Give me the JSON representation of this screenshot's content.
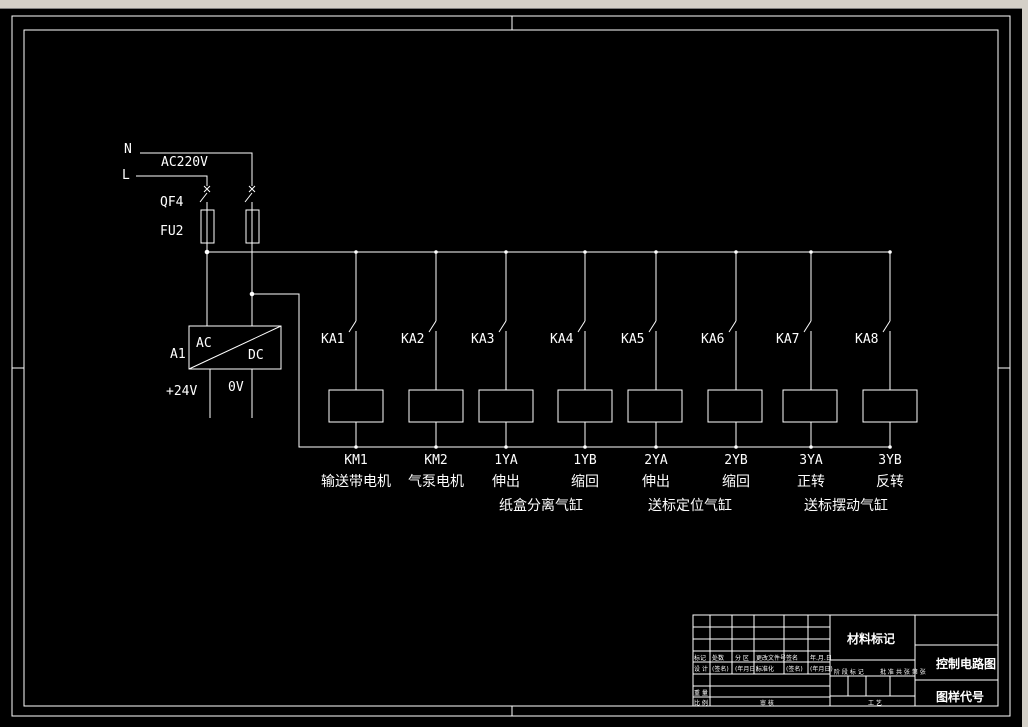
{
  "source": {
    "n_label": "N",
    "l_label": "L",
    "voltage_label": "AC220V",
    "breaker_label": "QF4",
    "fuse_label": "FU2"
  },
  "psu": {
    "ref": "A1",
    "ac_label": "AC",
    "dc_label": "DC",
    "plus_label": "+24V",
    "zero_label": "0V"
  },
  "channels": [
    {
      "relay": "KA1",
      "code": "KM1",
      "desc": "输送带电机"
    },
    {
      "relay": "KA2",
      "code": "KM2",
      "desc": "气泵电机"
    },
    {
      "relay": "KA3",
      "code": "1YA",
      "desc": "伸出"
    },
    {
      "relay": "KA4",
      "code": "1YB",
      "desc": "缩回"
    },
    {
      "relay": "KA5",
      "code": "2YA",
      "desc": "伸出"
    },
    {
      "relay": "KA6",
      "code": "2YB",
      "desc": "缩回"
    },
    {
      "relay": "KA7",
      "code": "3YA",
      "desc": "正转"
    },
    {
      "relay": "KA8",
      "code": "3YB",
      "desc": "反转"
    }
  ],
  "groups": [
    {
      "label": "纸盒分离气缸"
    },
    {
      "label": "送标定位气缸"
    },
    {
      "label": "送标摆动气缸"
    }
  ],
  "title_block": {
    "material_label": "材料标记",
    "drawing_title": "控制电路图",
    "drawing_code": "图样代号",
    "small_cells": [
      "标记",
      "处数",
      "分 区",
      "更改文件号",
      "签名",
      "年.月.日",
      "设 计",
      "(签名)",
      "(年月日)",
      "标准化",
      "(签名)",
      "(年月日)",
      "阶 段 标 记",
      "重 量",
      "比 例",
      "审 核",
      "工 艺",
      "批 准",
      "共 张 第 张"
    ]
  },
  "colors": {
    "background": "#000000",
    "lines": "#ffffff"
  }
}
